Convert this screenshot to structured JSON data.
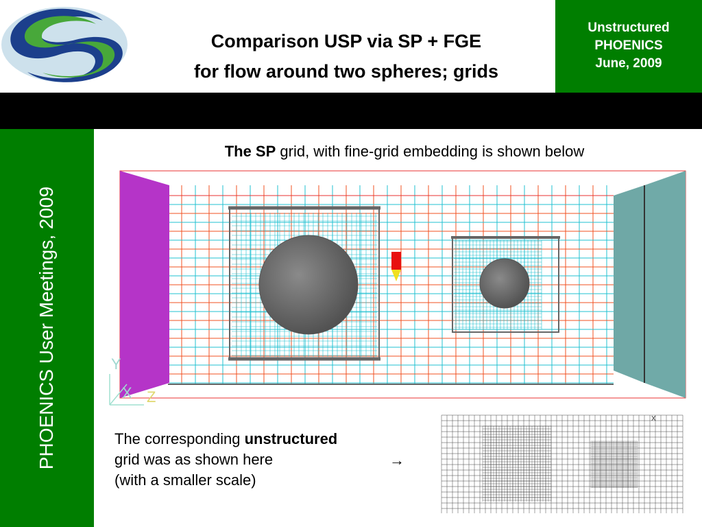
{
  "header": {
    "title_line1": "Comparison USP via SP + FGE",
    "title_line2": "for flow around two spheres; grids",
    "badge_line1": "Unstructured",
    "badge_line2": "PHOENICS",
    "badge_line3": "June, 2009"
  },
  "sidebar": {
    "vertical_text": "PHOENICS User Meetings, 2009"
  },
  "main": {
    "caption1_bold": "The SP",
    "caption1_rest": " grid, with fine-grid embedding is shown below",
    "caption2_pre": "The corresponding ",
    "caption2_bold": "unstructured",
    "caption2_line2": "grid was as shown here",
    "caption2_line3": " (with a smaller scale)",
    "arrow_glyph": "→"
  },
  "axes": {
    "y": "Y",
    "x": "X",
    "z": "Z"
  },
  "colors": {
    "green": "#007e00",
    "magenta": "#b534c8",
    "teal": "#6fa8a6",
    "grid_red": "#f05020",
    "grid_cyan": "#20c0d0"
  }
}
